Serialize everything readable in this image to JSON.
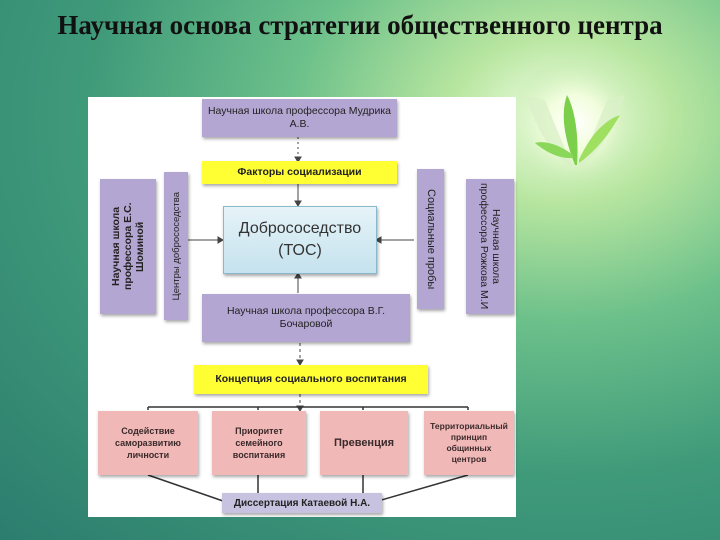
{
  "title": "Научная основа стратегии общественного центра",
  "nodes": {
    "mudrik": "Научная школа профессора Мудрика А.В.",
    "factors": "Факторы социализации",
    "tos_line1": "Добрососедство",
    "tos_line2": "(ТОС)",
    "shomina": "Научная школа профессора Е.С. Шоминой",
    "centers": "Центры добрососедства",
    "social_trials": "Социальные пробы",
    "rozhkov": "Научная школа профессора Рожкова М.И",
    "bocharova": "Научная школа профессора В.Г. Бочаровой",
    "concept": "Концепция социального воспитания",
    "self_dev": "Содействие саморазвитию личности",
    "family": "Приоритет семейного воспитания",
    "prevention": "Превенция",
    "territorial": "Территориальный принцип общинных центров",
    "dissertation": "Диссертация Катаевой Н.А."
  },
  "colors": {
    "purple": "#b4a6d2",
    "yellow": "#ffff33",
    "pink": "#f1b8b8",
    "tos": "#d6ebf3",
    "dissertation": "#c7c2df"
  },
  "icons": [
    "hands-sprout-icon"
  ]
}
